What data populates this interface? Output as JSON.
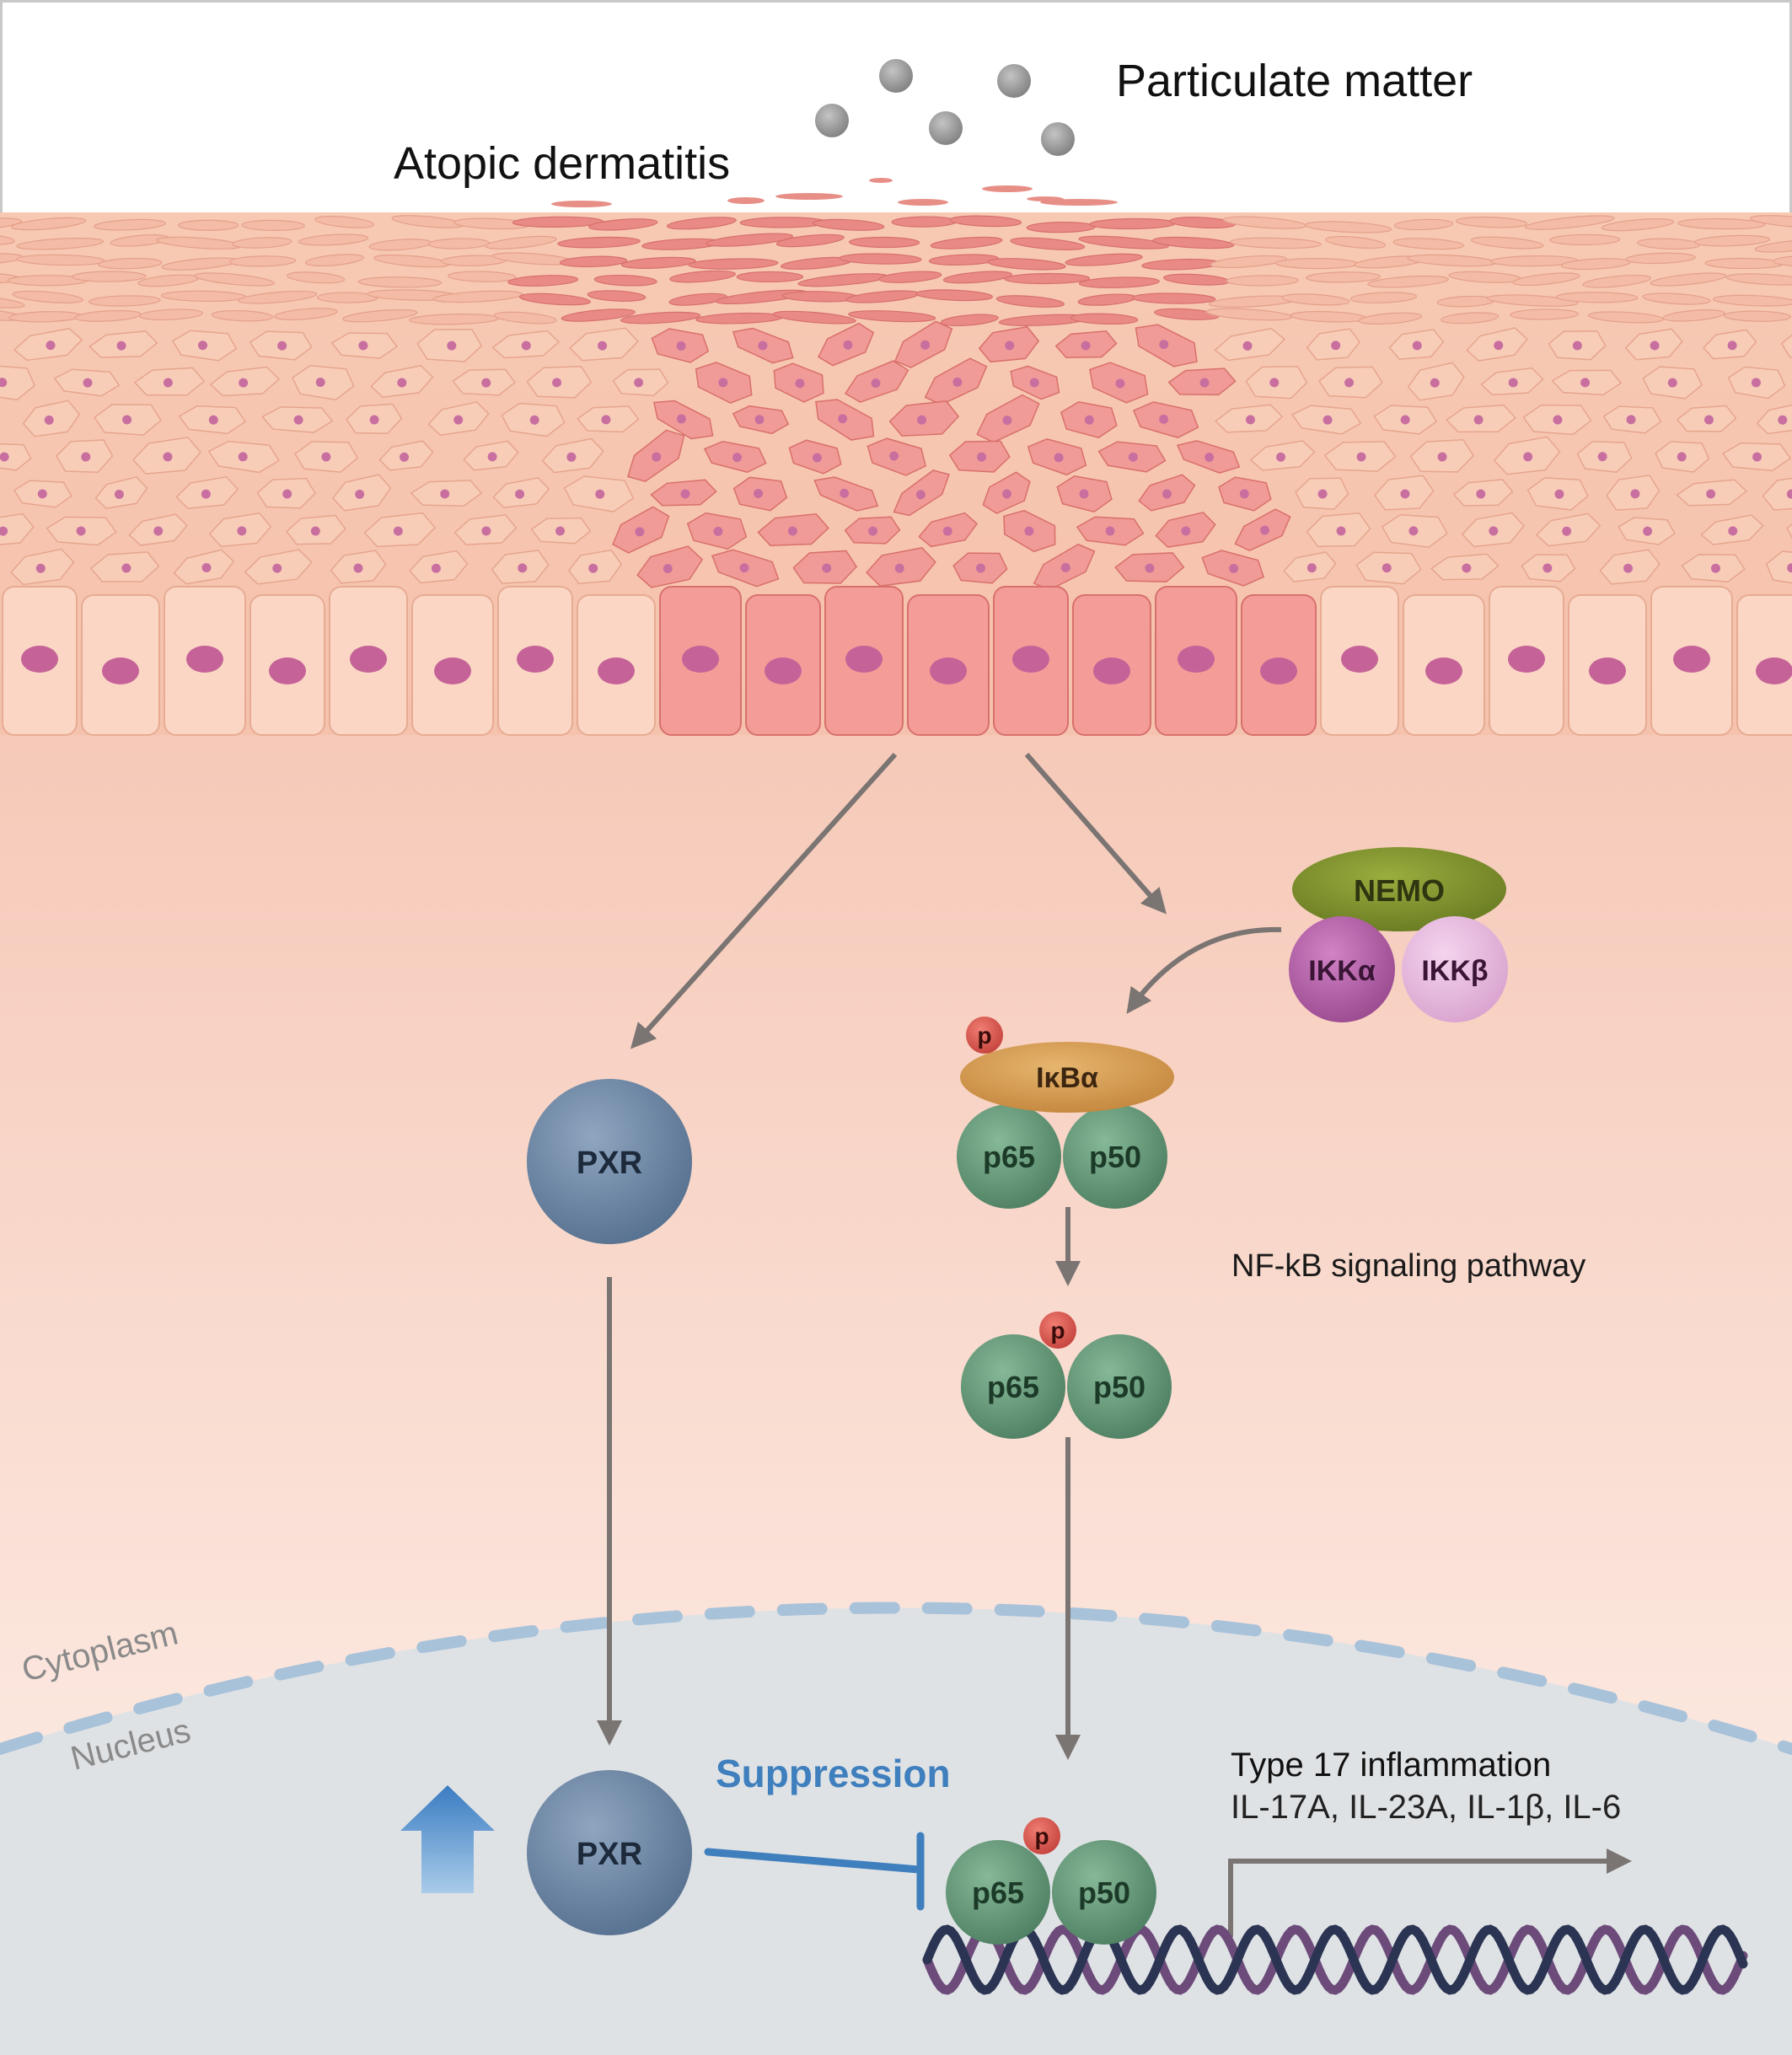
{
  "labels": {
    "particulate_matter": "Particulate matter",
    "atopic_dermatitis": "Atopic dermatitis",
    "nemo": "NEMO",
    "ikk_alpha": "IKKα",
    "ikk_beta": "IKKβ",
    "p": "p",
    "ikba": "IκBα",
    "p65": "p65",
    "p50": "p50",
    "pxr": "PXR",
    "nfkb_pathway": "NF-kB signaling pathway",
    "cytoplasm": "Cytoplasm",
    "nucleus": "Nucleus",
    "suppression": "Suppression",
    "type17_title": "Type 17 inflammation",
    "cytokines": "IL-17A, IL-23A, IL-1β, IL-6"
  },
  "colors": {
    "pxr": "#6d87a6",
    "nfkb_subunit": "#5f9776",
    "nemo": "#7d8f2c",
    "ikk_alpha": "#b560a8",
    "ikk_beta": "#e3b0d9",
    "ikba": "#d39a4f",
    "phospho": "#d9544c",
    "suppression": "#3f7fbd",
    "arrow": "#7a7472",
    "dna_strand_a": "#2b3553",
    "dna_strand_b": "#6c4b7a",
    "membrane": "#a8c2da"
  }
}
